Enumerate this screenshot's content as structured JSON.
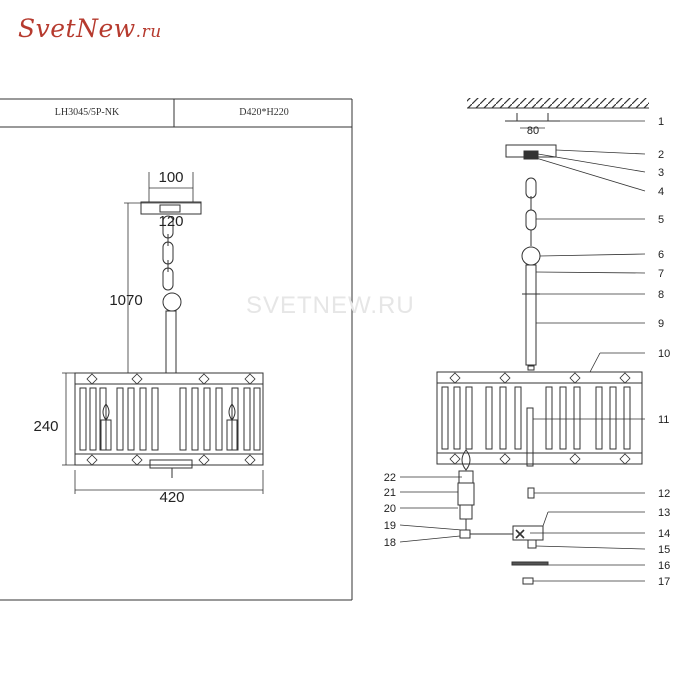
{
  "site": {
    "logo_main": "SvetNew",
    "logo_tld": ".ru",
    "watermark": "SVETNEW.RU"
  },
  "spec_table": {
    "model": "LH3045/5P-NK",
    "size": "D420*H220"
  },
  "dimensions": {
    "canopy_width": "100",
    "canopy_mount": "120",
    "total_height": "1070",
    "shade_height": "240",
    "shade_width": "420",
    "mount_spacing": "80"
  },
  "part_numbers": [
    "1",
    "2",
    "3",
    "4",
    "5",
    "6",
    "7",
    "8",
    "9",
    "10",
    "11",
    "12",
    "13",
    "14",
    "15",
    "16",
    "17",
    "18",
    "19",
    "20",
    "21",
    "22"
  ],
  "colors": {
    "logo": "#b63a2e",
    "line": "#333333"
  }
}
